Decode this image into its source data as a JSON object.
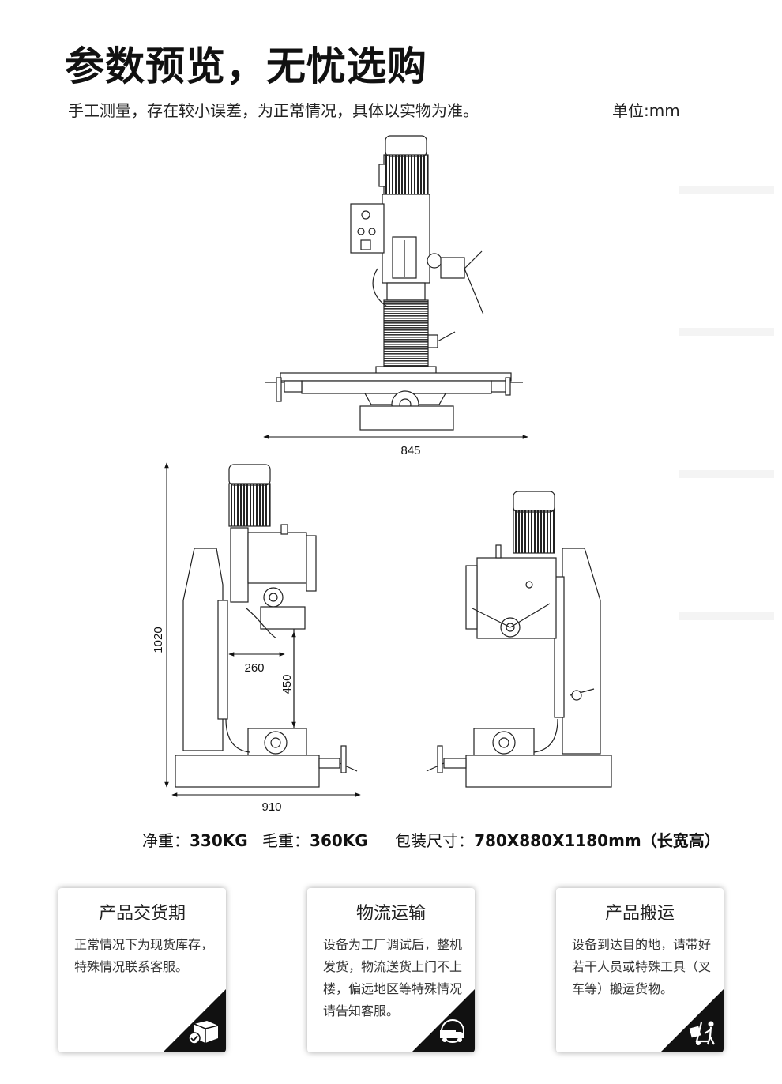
{
  "header": {
    "title": "参数预览，无忧选购",
    "subtitle": "手工测量，存在较小误差，为正常情况，具体以实物为准。",
    "unit": "单位:mm"
  },
  "dimensions": {
    "width_front": "845",
    "height_total": "1020",
    "throat_depth": "260",
    "spindle_to_table": "450",
    "depth_side": "910"
  },
  "specs": {
    "net_weight_label": "净重：",
    "net_weight_value": "330KG",
    "gross_weight_label": "毛重：",
    "gross_weight_value": "360KG",
    "package_label": "包装尺寸：",
    "package_value": "780X880X1180mm（长宽高）"
  },
  "cards": [
    {
      "title": "产品交货期",
      "body": "正常情况下为现货库存，特殊情况联系客服。",
      "icon": "box-check-icon"
    },
    {
      "title": "物流运输",
      "body": "设备为工厂调试后，整机发货，物流送货上门不上楼，偏远地区等特殊情况请告知客服。",
      "icon": "fast-truck-icon"
    },
    {
      "title": "产品搬运",
      "body": "设备到达目的地，请带好若干人员或特殊工具（叉车等）搬运货物。",
      "icon": "hand-truck-icon"
    }
  ]
}
